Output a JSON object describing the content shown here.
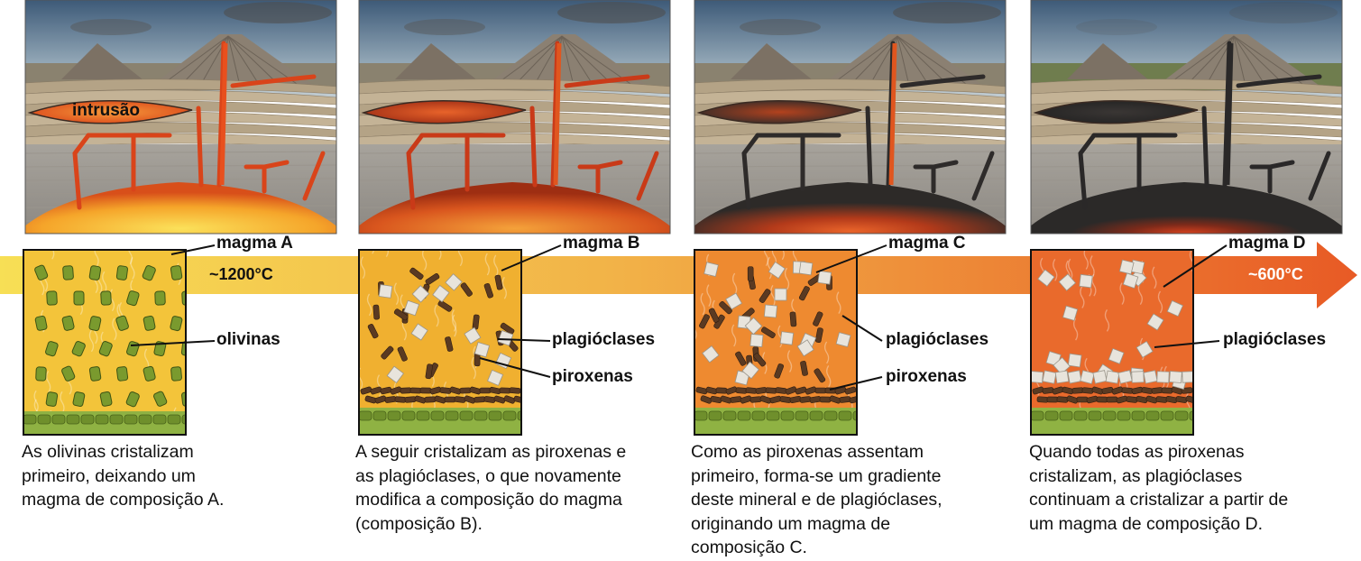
{
  "intrusion_label": "intrusão",
  "temperature": {
    "start": "~1200°C",
    "end": "~600°C"
  },
  "stages": [
    {
      "magma_label": "magma A",
      "minerals": [
        "olivinas"
      ],
      "caption": "As olivinas cristalizam\nprimeiro, deixando um\nmagma de composição A."
    },
    {
      "magma_label": "magma B",
      "minerals": [
        "plagióclases",
        "piroxenas"
      ],
      "caption": "A seguir cristalizam as piroxenas e\nas plagióclases, o que novamente\nmodifica a composição do magma\n(composição B)."
    },
    {
      "magma_label": "magma C",
      "minerals": [
        "plagióclases",
        "piroxenas"
      ],
      "caption": "Como as piroxenas assentam\nprimeiro, forma-se um gradiente\ndeste mineral e de plagióclases,\noriginando um magma de\ncomposição  C."
    },
    {
      "magma_label": "magma D",
      "minerals": [
        "plagióclases"
      ],
      "caption": "Quando todas as piroxenas\ncristalizam, as plagióclases\ncontinuam a cristalizar a partir de\num magma de composição  D."
    }
  ],
  "colors": {
    "arrow_start": "#f6d84a",
    "arrow_end": "#e8602a",
    "olivine": "#7a9a2e",
    "pyroxene": "#5a3a22",
    "plagioclase": "#e8e4dc",
    "magma_a": "#f3c43a",
    "magma_b": "#f0b030",
    "magma_c": "#ee8a30",
    "magma_d": "#e96a2c"
  }
}
